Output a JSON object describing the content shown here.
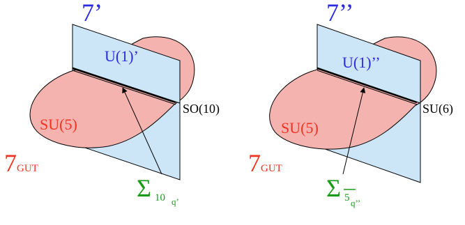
{
  "colors": {
    "blue_text": "#2a2ae0",
    "red_text": "#ee3322",
    "green_text": "#1a9a1a",
    "black_text": "#000000",
    "blue_plane": "#cce6f7",
    "red_surface": "#f5b3b0"
  },
  "left": {
    "top_label": "7’",
    "plane_label": "U(1)’",
    "surface_label": "SU(5)",
    "intersection_label": "SO(10)",
    "gut_main": "7",
    "gut_sub": "GUT",
    "sigma_symbol": "Σ",
    "sigma_sub": "10",
    "sigma_subsub": "q’"
  },
  "right": {
    "top_label": "7’’",
    "plane_label": "U(1)’’",
    "surface_label": "SU(5)",
    "intersection_label": "SU(6)",
    "gut_main": "7",
    "gut_sub": "GUT",
    "sigma_symbol": "Σ",
    "sigma_sub": "5",
    "sigma_subsub": "q’’"
  }
}
